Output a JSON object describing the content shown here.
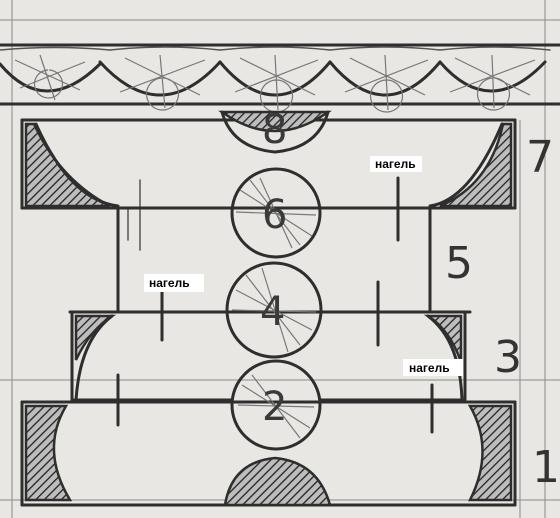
{
  "labels": {
    "nagel_1": "нагель",
    "nagel_2": "нагель",
    "nagel_3": "нагель"
  },
  "log_numbers": {
    "n1": "1",
    "n2": "2",
    "n3": "3",
    "n4": "4",
    "n5": "5",
    "n6": "6",
    "n7": "7",
    "n8": "8"
  },
  "colors": {
    "paper": "#e9e7e3",
    "ink": "#2e2e2e",
    "label_bg": "#ffffff"
  }
}
